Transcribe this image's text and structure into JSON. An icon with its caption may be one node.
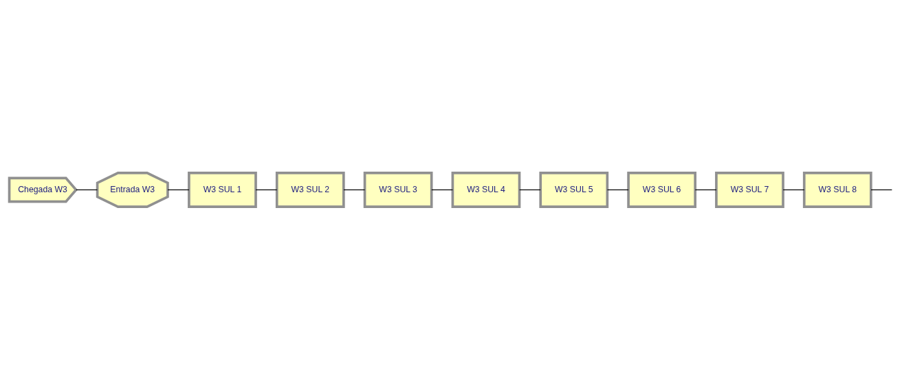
{
  "diagram": {
    "nodes": [
      {
        "text": [
          "Chegada W3"
        ]
      },
      {
        "text": [
          "Entrada W3"
        ]
      },
      {
        "text": [
          "W3 SUL 1"
        ]
      },
      {
        "text": [
          "W3 SUL 2"
        ]
      },
      {
        "text": [
          "W3 SUL 3"
        ]
      },
      {
        "text": [
          "W3 SUL 4"
        ]
      },
      {
        "text": [
          "W3 SUL 5"
        ]
      },
      {
        "text": [
          "W3 SUL 6"
        ]
      },
      {
        "text": [
          "W3 SUL 7"
        ]
      },
      {
        "text": [
          "W3 SUL 8"
        ]
      }
    ],
    "edges": [
      {
        "from": 0,
        "to": 1,
        "arrow": "none"
      },
      {
        "from": 1,
        "to": 2,
        "arrow": "none"
      },
      {
        "from": 2,
        "to": 3,
        "arrow": "none"
      },
      {
        "from": 3,
        "to": 4,
        "arrow": "none"
      },
      {
        "from": 4,
        "to": 5,
        "arrow": "none"
      },
      {
        "from": 5,
        "to": 6,
        "arrow": "none"
      },
      {
        "from": 6,
        "to": 7,
        "arrow": "none"
      },
      {
        "from": 7,
        "to": 8,
        "arrow": "none"
      },
      {
        "from": 8,
        "to": 9,
        "arrow": "none"
      },
      {
        "from": 9,
        "to": null,
        "arrow": "none"
      }
    ]
  }
}
